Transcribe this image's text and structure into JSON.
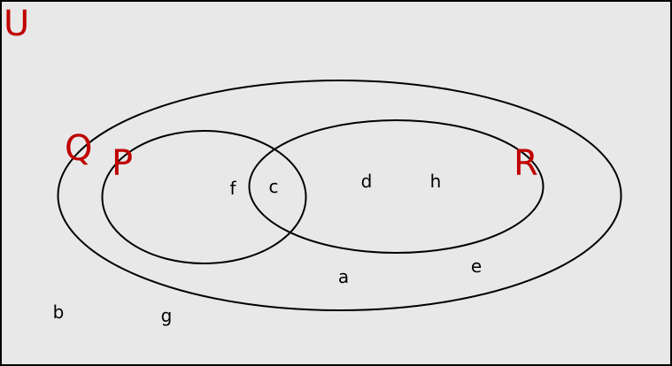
{
  "colors": {
    "background": "#e8e8e8",
    "border": "#000000",
    "outline": "#000000",
    "set_label": "#c00000",
    "element_label": "#000000"
  },
  "universe": {
    "label": "U"
  },
  "sets": {
    "Q": {
      "label": "Q"
    },
    "P": {
      "label": "P"
    },
    "R": {
      "label": "R"
    }
  },
  "elements": {
    "a": "a",
    "b": "b",
    "c": "c",
    "d": "d",
    "e": "e",
    "f": "f",
    "g": "g",
    "h": "h"
  }
}
